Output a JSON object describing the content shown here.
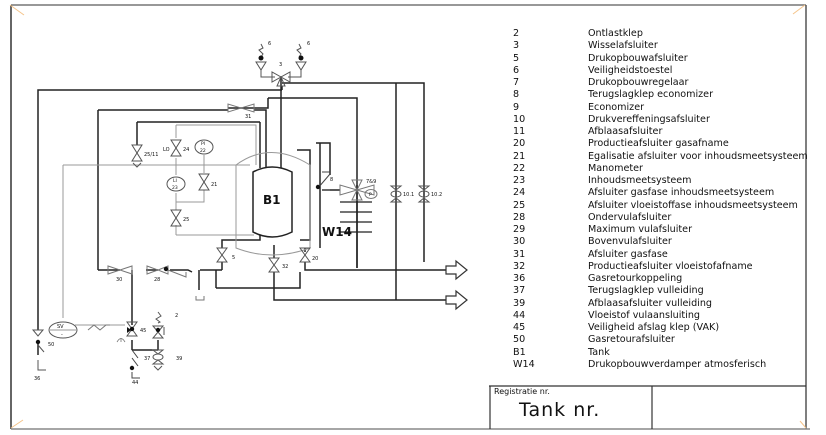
{
  "legend": [
    {
      "code": "2",
      "description": "Ontlastklep"
    },
    {
      "code": "3",
      "description": "Wisselafsluiter"
    },
    {
      "code": "5",
      "description": "Drukopbouwafsluiter"
    },
    {
      "code": "6",
      "description": "Veiligheidstoestel"
    },
    {
      "code": "7",
      "description": "Drukopbouwregelaar"
    },
    {
      "code": "8",
      "description": "Terugslagklep economizer"
    },
    {
      "code": "9",
      "description": "Economizer"
    },
    {
      "code": "10",
      "description": "Drukvereffeningsafsluiter"
    },
    {
      "code": "11",
      "description": "Afblaasafsluiter"
    },
    {
      "code": "20",
      "description": "Productieafsluiter gasafname"
    },
    {
      "code": "21",
      "description": "Egalisatie afsluiter voor inhoudsmeetsysteem"
    },
    {
      "code": "22",
      "description": "Manometer"
    },
    {
      "code": "23",
      "description": "Inhoudsmeetsysteem"
    },
    {
      "code": "24",
      "description": "Afsluiter gasfase inhoudsmeetsysteem"
    },
    {
      "code": "25",
      "description": "Afsluiter vloeistoffase inhoudsmeetsysteem"
    },
    {
      "code": "28",
      "description": "Ondervulafsluiter"
    },
    {
      "code": "29",
      "description": "Maximum vulafsluiter"
    },
    {
      "code": "30",
      "description": "Bovenvulafsluiter"
    },
    {
      "code": "31",
      "description": "Afsluiter gasfase"
    },
    {
      "code": "32",
      "description": "Productieafsluiter vloeistofafname"
    },
    {
      "code": "36",
      "description": "Gasretourkoppeling"
    },
    {
      "code": "37",
      "description": "Terugslagklep vulleiding"
    },
    {
      "code": "39",
      "description": "Afblaasafsluiter vulleiding"
    },
    {
      "code": "44",
      "description": "Vloeistof vulaansluiting"
    },
    {
      "code": "45",
      "description": "Veiligheid afslag klep (VAK)"
    },
    {
      "code": "50",
      "description": "Gasretourafsluiter"
    },
    {
      "code": "B1",
      "description": "Tank"
    },
    {
      "code": "W14",
      "description": "Drukopbouwverdamper atmosferisch"
    }
  ],
  "title_block": {
    "label": "Registratie nr.",
    "value": "Tank nr."
  },
  "diagram_labels": {
    "tank": "B1",
    "evaporator": "W14",
    "safety_left": "6",
    "safety_right": "6",
    "changeover": "3",
    "valve_31": "31",
    "valve_25_11": "25/11",
    "lo": "LO",
    "valve_24": "24",
    "pi_top": "PI",
    "pi_bottom": "22",
    "li_top": "LI",
    "li_bottom": "23",
    "valve_21": "21",
    "valve_25": "25",
    "check_8": "8",
    "regulator": "7&9",
    "regulator_p": "P",
    "valve_10_1": "10.1",
    "valve_10_2": "10.2",
    "valve_5": "5",
    "valve_32": "32",
    "valve_20": "20",
    "valve_30": "30",
    "valve_28": "28",
    "sv_top": "SV",
    "sv_bottom": "-",
    "valve_45": "45",
    "valve_2": "2",
    "valve_50": "50",
    "coupling_36": "36",
    "check_37": "37",
    "valve_39": "39",
    "connection_44": "44"
  }
}
